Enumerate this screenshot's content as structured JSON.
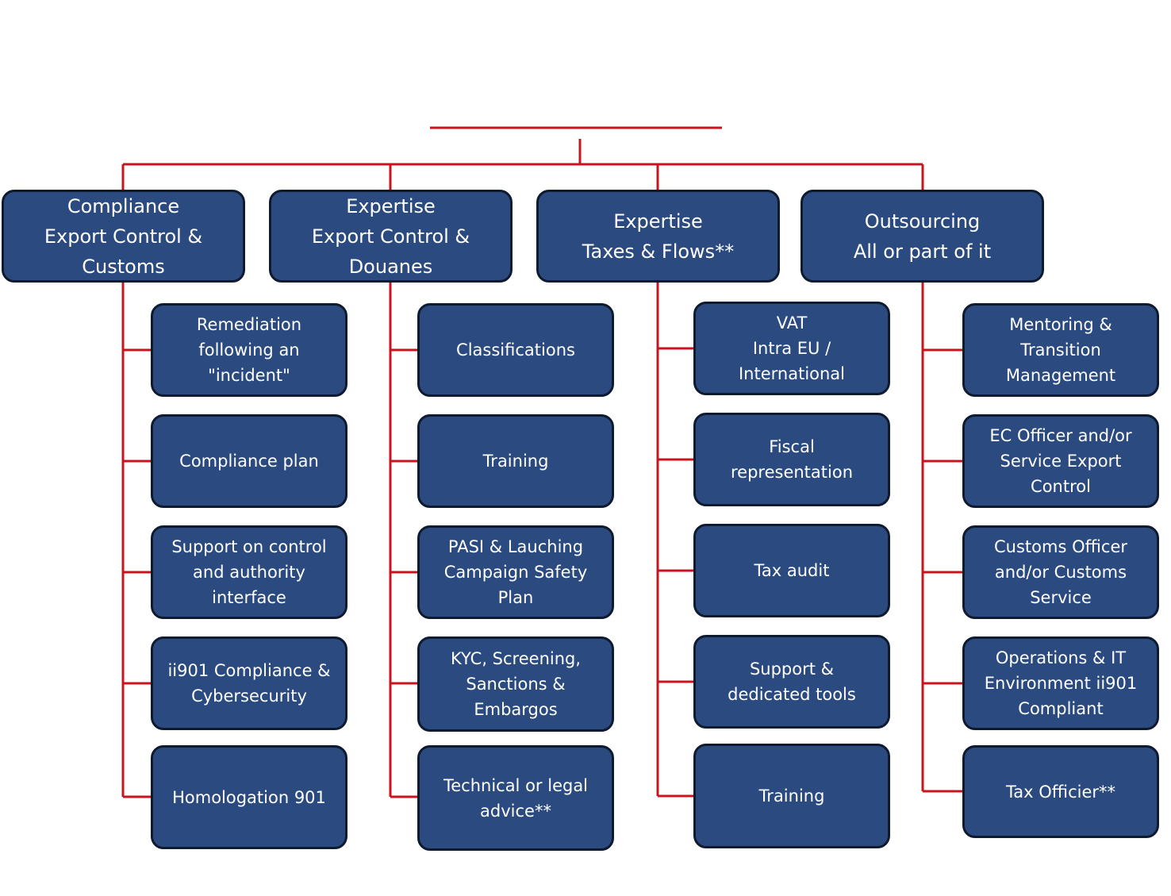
{
  "columns": [
    {
      "header": "Compliance\nExport Control &\nCustoms",
      "items": [
        "Remediation\nfollowing an\n\"incident\"",
        "Compliance plan",
        "Support on control\nand authority\ninterface",
        "ii901 Compliance &\nCybersecurity",
        "Homologation 901"
      ]
    },
    {
      "header": "Expertise\nExport Control &\nDouanes",
      "items": [
        "Classifications",
        "Training",
        "PASI & Lauching\nCampaign Safety\nPlan",
        "KYC, Screening,\nSanctions &\nEmbargos",
        "Technical or legal\nadvice**"
      ]
    },
    {
      "header": "Expertise\nTaxes & Flows**",
      "items": [
        "VAT\nIntra EU /\nInternational",
        "Fiscal\nrepresentation",
        "Tax audit",
        "Support &\ndedicated tools",
        "Training"
      ]
    },
    {
      "header": "Outsourcing\nAll or part of it",
      "items": [
        "Mentoring &\nTransition\nManagement",
        "EC Officer and/or\nService Export\nControl",
        "Customs Officer\nand/or Customs\nService",
        "Operations & IT\nEnvironment ii901\nCompliant",
        "Tax Officier**"
      ]
    }
  ],
  "colors": {
    "box_fill": "#2a4a80",
    "box_border": "#0e1a2e",
    "connector": "#c8141e",
    "text": "#ffffff"
  }
}
